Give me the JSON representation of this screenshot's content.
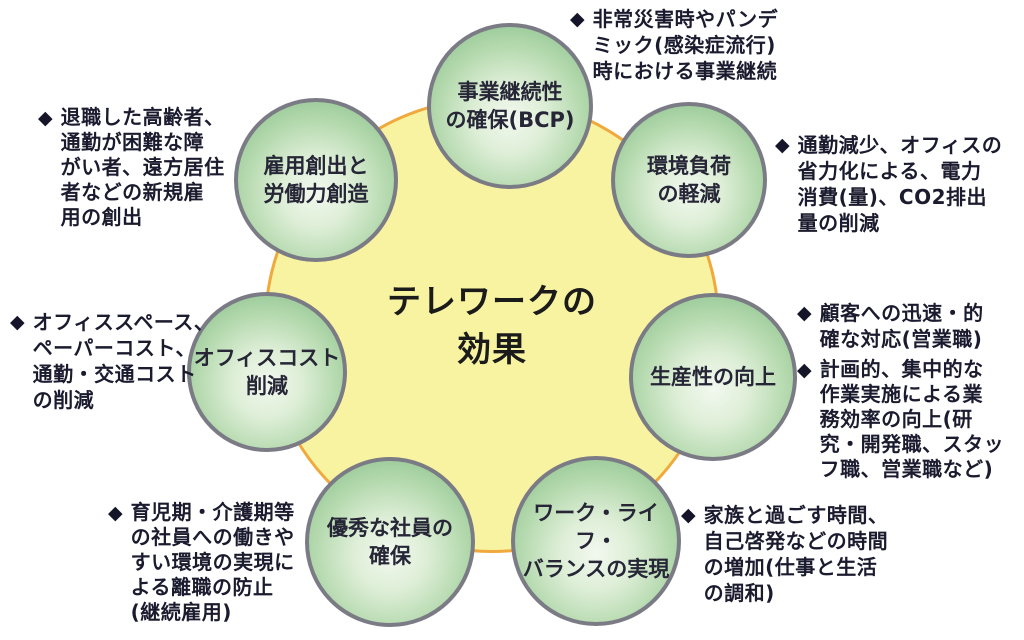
{
  "diagram": {
    "center": {
      "title": "テレワークの\n効果"
    },
    "nodes": [
      {
        "id": "business-continuity",
        "label": "事業継続性\nの確保(BCP)"
      },
      {
        "id": "environmental-load",
        "label": "環境負荷\nの軽減"
      },
      {
        "id": "productivity",
        "label": "生産性の向上"
      },
      {
        "id": "work-life-balance",
        "label": "ワーク・ライフ・\nバランスの実現"
      },
      {
        "id": "talented-employees",
        "label": "優秀な社員の\n確保"
      },
      {
        "id": "office-cost",
        "label": "オフィスコスト\n削減"
      },
      {
        "id": "job-creation",
        "label": "雇用創出と\n労働力創造"
      }
    ],
    "annotations": [
      {
        "bullet": "◆",
        "text": "非常災害時やパンデ\nミック(感染症流行)\n時における事業継続"
      },
      {
        "bullet": "◆",
        "text": "通勤減少、オフィスの\n省力化による、電力\n消費(量)、CO2排出\n量の削減"
      },
      {
        "bullet": "◆",
        "text": "顧客への迅速・的\n確な対応(営業職)"
      },
      {
        "bullet": "◆",
        "text": "計画的、集中的な\n作業実施による業\n務効率の向上(研\n究・開発職、スタッ\nフ職、営業職など)"
      },
      {
        "bullet": "◆",
        "text": "家族と過ごす時間、\n自己啓発などの時間\nの増加(仕事と生活\nの調和)"
      },
      {
        "bullet": "◆",
        "text": "育児期・介護期等\nの社員への働きや\nすい環境の実現に\nよる離職の防止\n(継続雇用)"
      },
      {
        "bullet": "◆",
        "text": "オフィススペース、\nペーパーコスト、\n通勤・交通コスト\nの削減"
      },
      {
        "bullet": "◆",
        "text": "退職した高齢者、\n通勤が困難な障\nがい者、遠方居住\n者などの新規雇\n用の創出"
      }
    ],
    "colors": {
      "hub_fill": "#F8F3A1",
      "hub_border": "#F0A93C",
      "node_fill": "#8FC791",
      "node_border": "#7B7B86",
      "text": "#1B1B2F"
    }
  }
}
